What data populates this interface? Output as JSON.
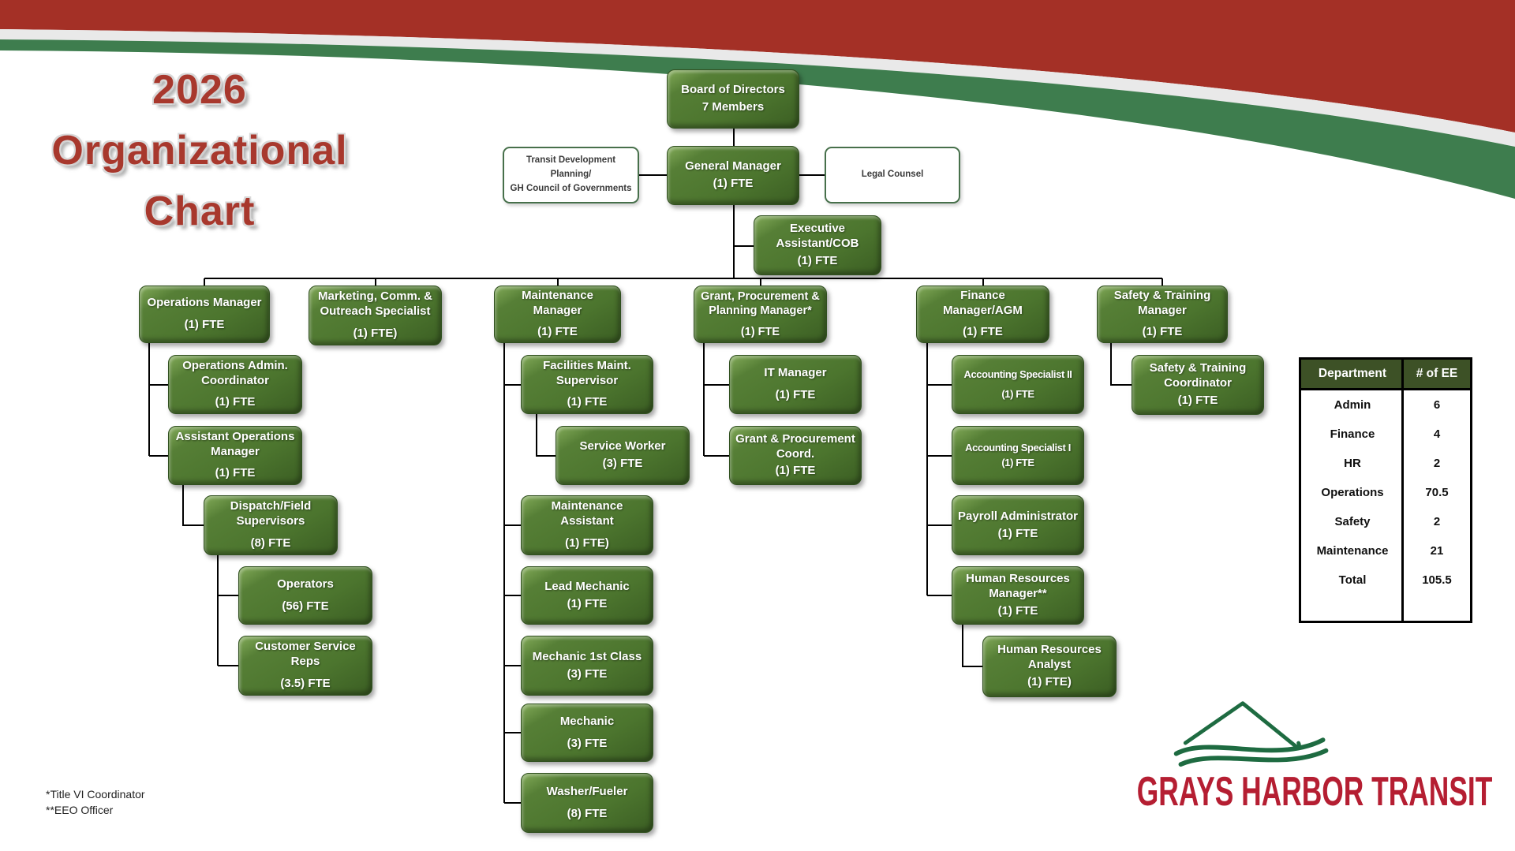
{
  "page_title": {
    "line1": "2026",
    "line2": "Organizational",
    "line3": "Chart"
  },
  "org_chart": {
    "nodes": {
      "board": {
        "title": "Board of Directors",
        "fte": "7 Members"
      },
      "tdp": {
        "title": "Transit Development Planning/",
        "fte": "GH Council of Governments"
      },
      "gm": {
        "title": "General Manager",
        "fte": "(1) FTE"
      },
      "legal": {
        "title": "Legal Counsel",
        "fte": ""
      },
      "exec": {
        "title": "Executive Assistant/COB",
        "fte": "(1) FTE"
      },
      "ops": {
        "title": "Operations Manager",
        "fte": "(1) FTE"
      },
      "mktg": {
        "title": "Marketing, Comm. & Outreach Specialist",
        "fte": "(1) FTE)"
      },
      "maint": {
        "title": "Maintenance Manager",
        "fte": "(1) FTE"
      },
      "grant": {
        "title": "Grant, Procurement & Planning Manager*",
        "fte": "(1) FTE"
      },
      "fin": {
        "title": "Finance Manager/AGM",
        "fte": "(1) FTE"
      },
      "safety": {
        "title": "Safety & Training Manager",
        "fte": "(1) FTE"
      },
      "opsAdmin": {
        "title": "Operations Admin. Coordinator",
        "fte": "(1) FTE"
      },
      "asstOps": {
        "title": "Assistant Operations Manager",
        "fte": "(1) FTE"
      },
      "dispatch": {
        "title": "Dispatch/Field Supervisors",
        "fte": "(8) FTE"
      },
      "operators": {
        "title": "Operators",
        "fte": "(56) FTE"
      },
      "csr": {
        "title": "Customer Service Reps",
        "fte": "(3.5) FTE"
      },
      "facilities": {
        "title": "Facilities Maint. Supervisor",
        "fte": "(1) FTE"
      },
      "serviceWorker": {
        "title": "Service Worker",
        "fte": "(3) FTE"
      },
      "maintAsst": {
        "title": "Maintenance Assistant",
        "fte": "(1) FTE)"
      },
      "leadMech": {
        "title": "Lead Mechanic",
        "fte": "(1) FTE"
      },
      "mech1": {
        "title": "Mechanic 1st Class",
        "fte": "(3) FTE"
      },
      "mech": {
        "title": "Mechanic",
        "fte": "(3) FTE"
      },
      "washer": {
        "title": "Washer/Fueler",
        "fte": "(8) FTE"
      },
      "it": {
        "title": "IT Manager",
        "fte": "(1) FTE"
      },
      "grantCoord": {
        "title": "Grant & Procurement Coord.",
        "fte": "(1) FTE"
      },
      "acct2": {
        "title": "Accounting Specialist II",
        "fte": "(1) FTE"
      },
      "acct1": {
        "title": "Accounting Specialist I",
        "fte": "(1) FTE"
      },
      "payroll": {
        "title": "Payroll Administrator",
        "fte": "(1) FTE"
      },
      "hrMgr": {
        "title": "Human Resources Manager**",
        "fte": "(1) FTE"
      },
      "hrAnalyst": {
        "title": "Human Resources Analyst",
        "fte": "(1) FTE)"
      },
      "safetyCoord": {
        "title": "Safety & Training Coordinator",
        "fte": "(1) FTE"
      }
    }
  },
  "table": {
    "headers": [
      "Department",
      "# of EE"
    ],
    "rows": [
      [
        "Admin",
        "6"
      ],
      [
        "Finance",
        "4"
      ],
      [
        "HR",
        "2"
      ],
      [
        "Operations",
        "70.5"
      ],
      [
        "Safety",
        "2"
      ],
      [
        "Maintenance",
        "21"
      ],
      [
        "Total",
        "105.5"
      ]
    ]
  },
  "footnotes": {
    "line1": "*Title VI Coordinator",
    "line2": "**EEO Officer"
  },
  "logo": {
    "name": "GRAYS HARBOR TRANSIT"
  },
  "colors": {
    "banner_red": "#A43026",
    "banner_silver": "#E9E9E9",
    "banner_green": "#3E7D4E",
    "box_green": "#4E7A31",
    "title_red": "#A8382D",
    "table_header_green": "#3D5126",
    "logo_red": "#B51E32",
    "logo_green": "#1E6B41"
  }
}
